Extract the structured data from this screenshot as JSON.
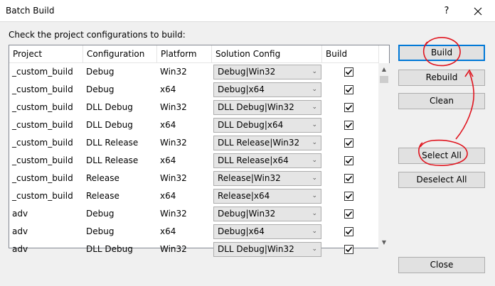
{
  "window": {
    "title": "Batch Build",
    "help_label": "?"
  },
  "instruction": "Check the project configurations to build:",
  "columns": [
    {
      "key": "project",
      "label": "Project"
    },
    {
      "key": "configuration",
      "label": "Configuration"
    },
    {
      "key": "platform",
      "label": "Platform"
    },
    {
      "key": "solution_config",
      "label": "Solution Config"
    },
    {
      "key": "build",
      "label": "Build"
    }
  ],
  "rows": [
    {
      "project": "_custom_build",
      "configuration": "Debug",
      "platform": "Win32",
      "solution_config": "Debug|Win32",
      "build": true
    },
    {
      "project": "_custom_build",
      "configuration": "Debug",
      "platform": "x64",
      "solution_config": "Debug|x64",
      "build": true
    },
    {
      "project": "_custom_build",
      "configuration": "DLL Debug",
      "platform": "Win32",
      "solution_config": "DLL Debug|Win32",
      "build": true
    },
    {
      "project": "_custom_build",
      "configuration": "DLL Debug",
      "platform": "x64",
      "solution_config": "DLL Debug|x64",
      "build": true
    },
    {
      "project": "_custom_build",
      "configuration": "DLL Release",
      "platform": "Win32",
      "solution_config": "DLL Release|Win32",
      "build": true
    },
    {
      "project": "_custom_build",
      "configuration": "DLL Release",
      "platform": "x64",
      "solution_config": "DLL Release|x64",
      "build": true
    },
    {
      "project": "_custom_build",
      "configuration": "Release",
      "platform": "Win32",
      "solution_config": "Release|Win32",
      "build": true
    },
    {
      "project": "_custom_build",
      "configuration": "Release",
      "platform": "x64",
      "solution_config": "Release|x64",
      "build": true
    },
    {
      "project": "adv",
      "configuration": "Debug",
      "platform": "Win32",
      "solution_config": "Debug|Win32",
      "build": true
    },
    {
      "project": "adv",
      "configuration": "Debug",
      "platform": "x64",
      "solution_config": "Debug|x64",
      "build": true
    },
    {
      "project": "adv",
      "configuration": "DLL Debug",
      "platform": "Win32",
      "solution_config": "DLL Debug|Win32",
      "build": true
    }
  ],
  "buttons": {
    "build": "Build",
    "rebuild": "Rebuild",
    "clean": "Clean",
    "select_all": "Select All",
    "deselect_all": "Deselect All",
    "close": "Close"
  },
  "colors": {
    "accent": "#0078d7",
    "annotation": "#e0141e"
  },
  "icons": {
    "close": "close-icon",
    "combo_arrow": "chevron-down-icon",
    "check": "checkmark-icon"
  }
}
